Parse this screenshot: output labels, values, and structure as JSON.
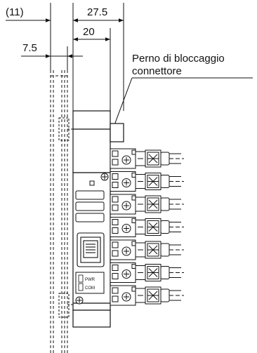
{
  "dimensions": {
    "d_11": "(11)",
    "d_27_5": "27.5",
    "d_20": "20",
    "d_7_5": "7.5"
  },
  "callout": {
    "line1": "Perno di bloccaggio",
    "line2": "connettore"
  },
  "indicator_labels": {
    "pwr": "PWR",
    "com": "COM"
  },
  "station_count": 7
}
